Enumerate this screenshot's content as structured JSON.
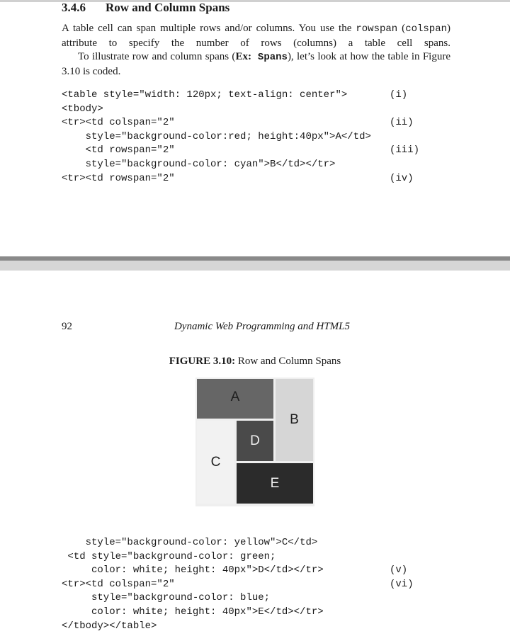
{
  "section": {
    "number": "3.4.6",
    "title": "Row and Column Spans"
  },
  "paragraph": {
    "p1_a": "A table cell can span multiple rows and/or columns. You use the ",
    "p1_code1": "rowspan",
    "p1_b": " (",
    "p1_code2": "colspan",
    "p1_c": ") attribute to specify the number of rows (columns) a table cell spans.",
    "p2_a": "To illustrate row and column spans (",
    "p2_ex": "Ex:",
    "p2_code": " Spans",
    "p2_b": "), let’s look at how the table in Figure 3.10 is coded."
  },
  "code_top": [
    {
      "text": "<table style=\"width: 120px; text-align: center\">",
      "mark": "(i)"
    },
    {
      "text": "<tbody>",
      "mark": ""
    },
    {
      "text": "<tr><td colspan=\"2\"",
      "mark": "(ii)"
    },
    {
      "text": "    style=\"background-color:red; height:40px\">A</td>",
      "mark": ""
    },
    {
      "text": "    <td rowspan=\"2\"",
      "mark": "(iii)"
    },
    {
      "text": "    style=\"background-color: cyan\">B</td></tr>",
      "mark": ""
    },
    {
      "text": "<tr><td rowspan=\"2\"",
      "mark": "(iv)"
    }
  ],
  "page_number": "92",
  "running_head": "Dynamic Web Programming and HTML5",
  "figure": {
    "label": "FIGURE 3.10:",
    "caption": " Row and Column Spans",
    "cells": {
      "A": "A",
      "B": "B",
      "C": "C",
      "D": "D",
      "E": "E"
    },
    "colors": {
      "A": "#666666",
      "B": "#d6d6d6",
      "C": "#f2f2f2",
      "D": "#4a4a4a",
      "E": "#2b2b2b"
    }
  },
  "code_bottom": [
    {
      "text": "    style=\"background-color: yellow\">C</td>",
      "mark": ""
    },
    {
      "text": " <td style=\"background-color: green;",
      "mark": ""
    },
    {
      "text": "     color: white; height: 40px\">D</td></tr>",
      "mark": "(v)"
    },
    {
      "text": "<tr><td colspan=\"2\"",
      "mark": "(vi)"
    },
    {
      "text": "     style=\"background-color: blue;",
      "mark": ""
    },
    {
      "text": "     color: white; height: 40px\">E</td></tr>",
      "mark": ""
    },
    {
      "text": "</tbody></table>",
      "mark": ""
    }
  ]
}
